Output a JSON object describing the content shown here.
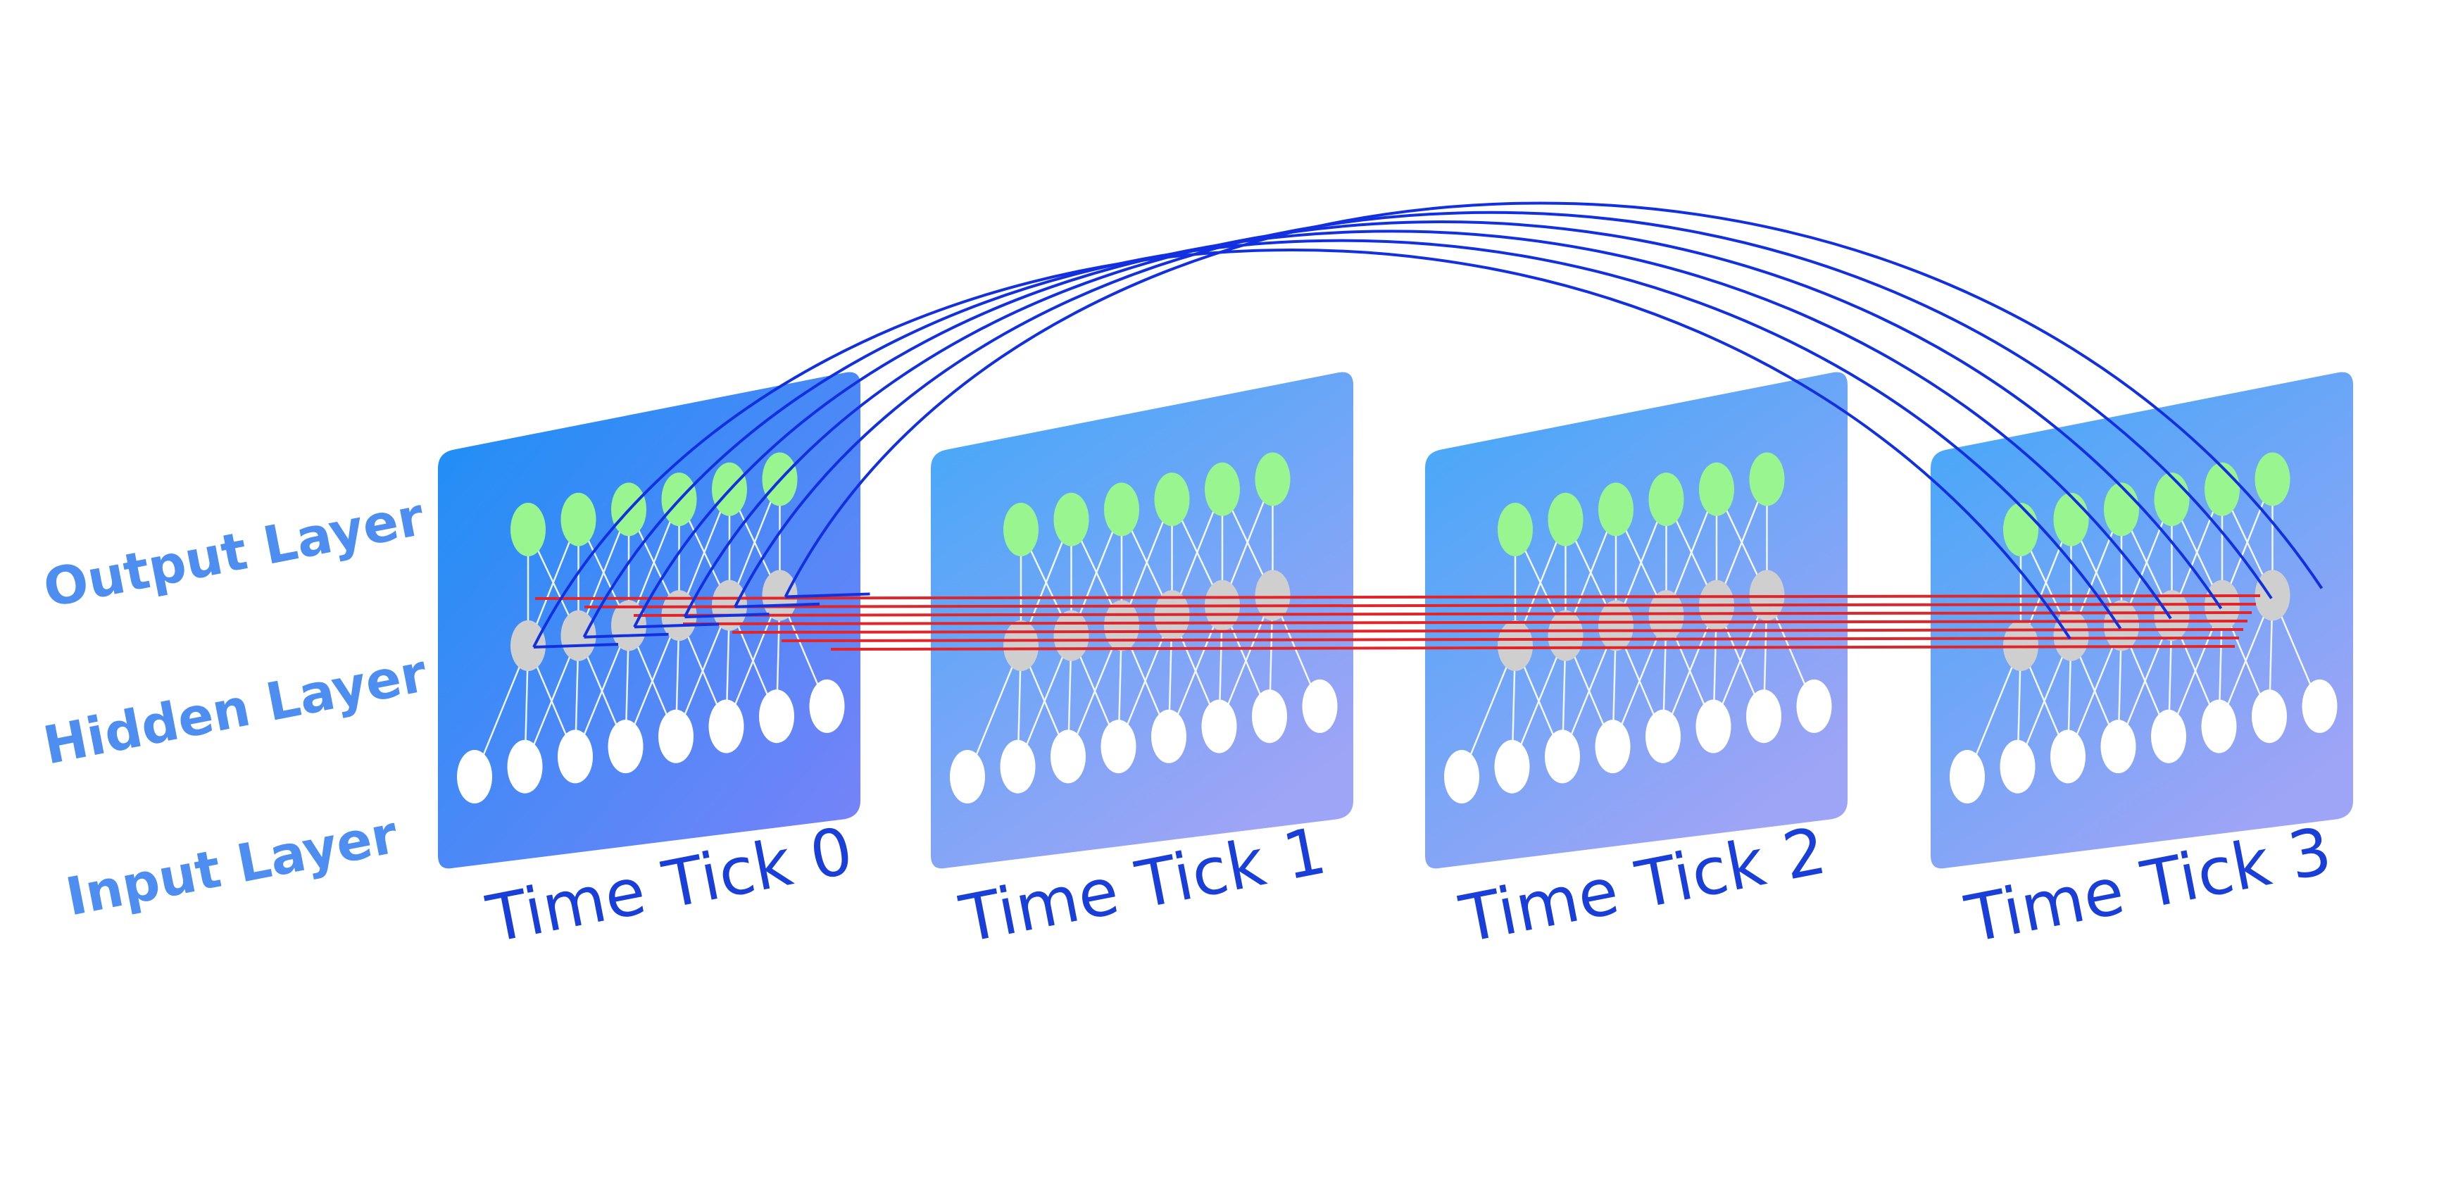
{
  "layer_labels": [
    {
      "key": "output",
      "text": "Output Layer"
    },
    {
      "key": "hidden",
      "text": "Hidden Layer"
    },
    {
      "key": "input",
      "text": "Input Layer"
    }
  ],
  "panels": [
    {
      "label": "Time Tick 0"
    },
    {
      "label": "Time Tick 1"
    },
    {
      "label": "Time Tick 2"
    },
    {
      "label": "Time Tick 3"
    }
  ],
  "network": {
    "output_nodes": 6,
    "hidden_nodes": 6,
    "input_nodes": 8
  },
  "colors": {
    "layer_label": "#4d8ef0",
    "tick_label": "#1a3fd8",
    "panel_first_top": "#1a90f6",
    "panel_first_bottom": "#7a82f8",
    "panel_top": "#40a8f8",
    "panel_bottom": "#9ea4f6",
    "output_node": "#98f590",
    "hidden_node": "#cfcfcf",
    "input_node": "#ffffff",
    "inner_link": "#ffffff",
    "recurrent_link": "#e0262b",
    "skip_link": "#1230e0"
  }
}
